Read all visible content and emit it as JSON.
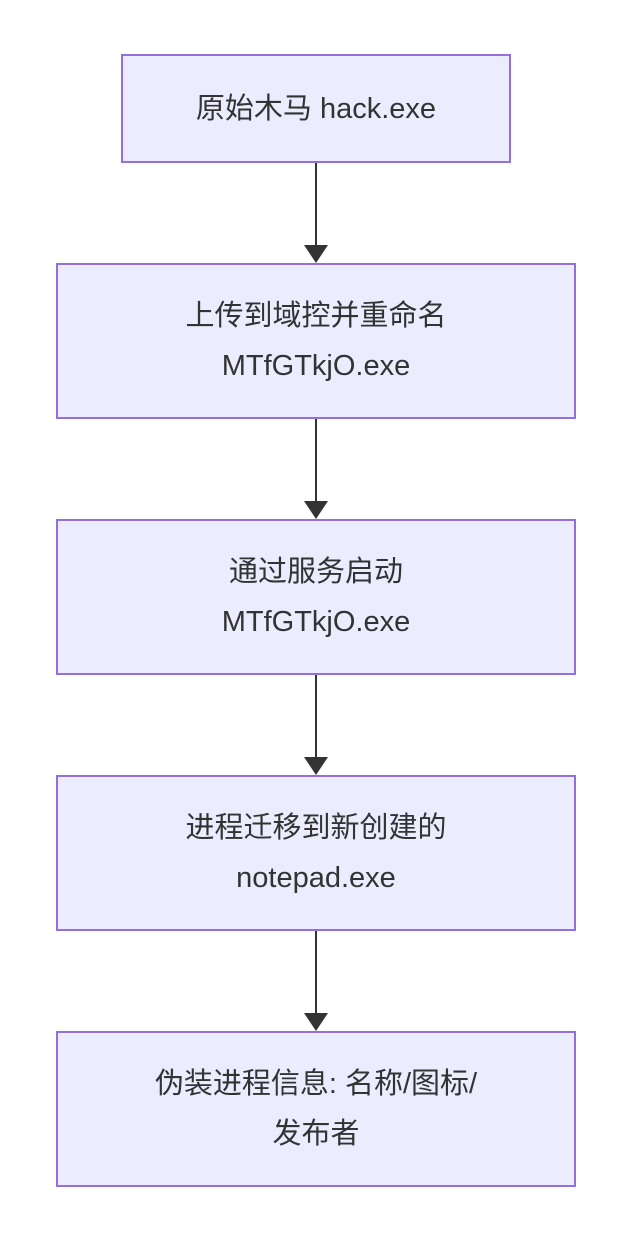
{
  "flowchart": {
    "type": "flowchart-top-down",
    "colors": {
      "node_fill": "#ECECFF",
      "node_border": "#9370DB",
      "text": "#333333",
      "arrow": "#333333",
      "background": "#FFFFFF"
    },
    "nodes": [
      {
        "id": "original-trojan",
        "lines": [
          "原始木马 hack.exe",
          ""
        ]
      },
      {
        "id": "upload-rename",
        "lines": [
          "上传到域控并重命名",
          "MTfGTkjO.exe"
        ]
      },
      {
        "id": "service-start",
        "lines": [
          "通过服务启动",
          "MTfGTkjO.exe"
        ]
      },
      {
        "id": "process-migrate",
        "lines": [
          "进程迁移到新创建的",
          "notepad.exe"
        ]
      },
      {
        "id": "disguise-info",
        "lines": [
          "伪装进程信息: 名称/图标/",
          "发布者"
        ]
      }
    ],
    "edges": [
      {
        "from": "original-trojan",
        "to": "upload-rename"
      },
      {
        "from": "upload-rename",
        "to": "service-start"
      },
      {
        "from": "service-start",
        "to": "process-migrate"
      },
      {
        "from": "process-migrate",
        "to": "disguise-info"
      }
    ]
  }
}
